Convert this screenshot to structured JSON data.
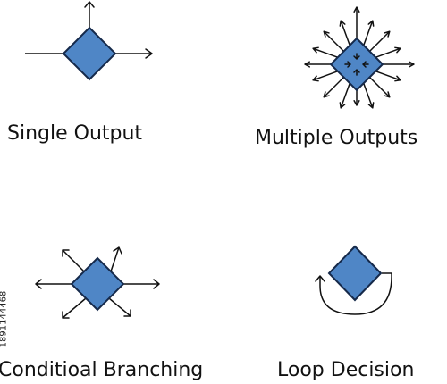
{
  "captions": {
    "single": "Single Output",
    "multiple": "Multiple Outputs",
    "conditional": "Conditioal Branching",
    "loop": "Loop Decision"
  },
  "stock_id": "1891144468",
  "colors": {
    "diamond_fill": "#4f86c6",
    "diamond_stroke": "#15294a",
    "line": "#111111"
  },
  "icons": [
    "single-output-icon",
    "multiple-outputs-icon",
    "conditional-branching-icon",
    "loop-decision-icon"
  ]
}
